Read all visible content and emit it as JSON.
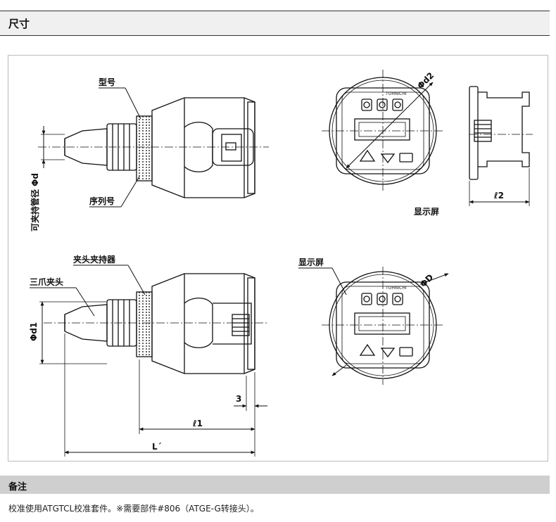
{
  "section": {
    "title": "尺寸"
  },
  "drawing": {
    "labels": {
      "model_number": "型号",
      "serial_number": "序列号",
      "clampable_tube_diameter": "可夹持管径 Φd",
      "display_top": "显示屏",
      "display_bottom": "显示屏",
      "chuck_holder": "夹头夹持器",
      "three_jaw_chuck": "三爪夹头",
      "brand": "TOHNICHI"
    },
    "dimensions": {
      "phi_d2": "Φd2",
      "l2": "ℓ2",
      "phi_d1": "Φd1",
      "phi_D": "ΦD",
      "three": "3",
      "l1": "ℓ1",
      "L_prime": "L´"
    }
  },
  "notes": {
    "title": "备注",
    "text": "校准使用ATGTCL校准套件。※需要部件#806（ATGE-G转接头）。"
  }
}
